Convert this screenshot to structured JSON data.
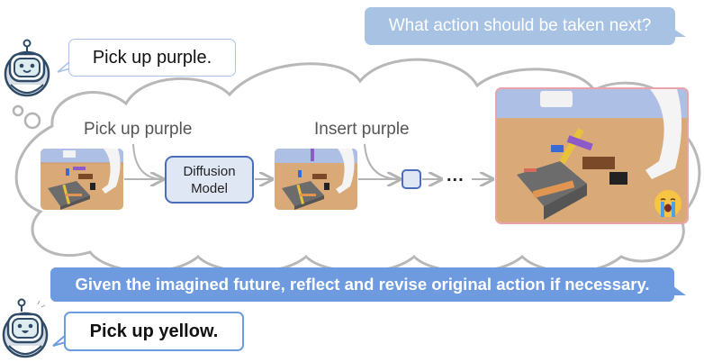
{
  "question": {
    "text": "What action should be taken next?",
    "color": "#a7c2e3"
  },
  "initial_plan": {
    "text": "Pick up purple.",
    "border_color": "#a7c2e3"
  },
  "imagination": {
    "steps": [
      {
        "label": "Pick up purple"
      },
      {
        "label": "Insert purple"
      }
    ],
    "model_box": {
      "line1": "Diffusion",
      "line2": "Model",
      "fill": "#dfe6f4",
      "border": "#4a6fb8"
    },
    "ellipsis": "...",
    "outcome_emoji": "crying-face",
    "outcome_border": "#e8a4a8",
    "frames": [
      {
        "name": "current-observation"
      },
      {
        "name": "imagined-frame-1"
      },
      {
        "name": "imagined-final-frame"
      }
    ]
  },
  "reflection": {
    "text": "Given the imagined future, reflect and revise original action if necessary.",
    "color": "#6e9be0"
  },
  "revised_plan": {
    "text": "Pick up yellow.",
    "border_color": "#6e9be0"
  },
  "icons": {
    "robot_top": "robot-icon",
    "robot_bottom": "robot-happy-icon"
  }
}
